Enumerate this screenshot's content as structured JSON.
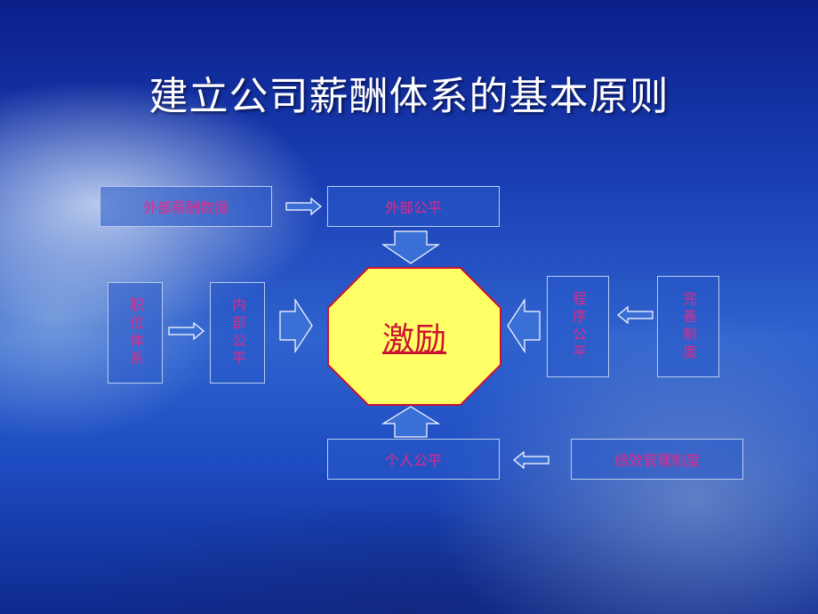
{
  "title": "建立公司薪酬体系的基本原则",
  "nodes": {
    "external_salary_data": "外部薪酬数据",
    "external_fairness": "外部公平",
    "job_system": "职位体系",
    "internal_fairness": "内部公平",
    "center": "激励",
    "procedural_fairness": "程序公平",
    "improve_system": "完善制度",
    "individual_fairness": "个人公平",
    "performance_system": "绩效管理制度"
  },
  "colors": {
    "node_text": "#e0298a",
    "center_fill": "#ffff66",
    "center_border": "#cc1230",
    "center_text": "#cc1230",
    "box_border": "#b9ccf0",
    "arrow_fill": "#3a6fd6",
    "arrow_border": "#ffffff"
  }
}
